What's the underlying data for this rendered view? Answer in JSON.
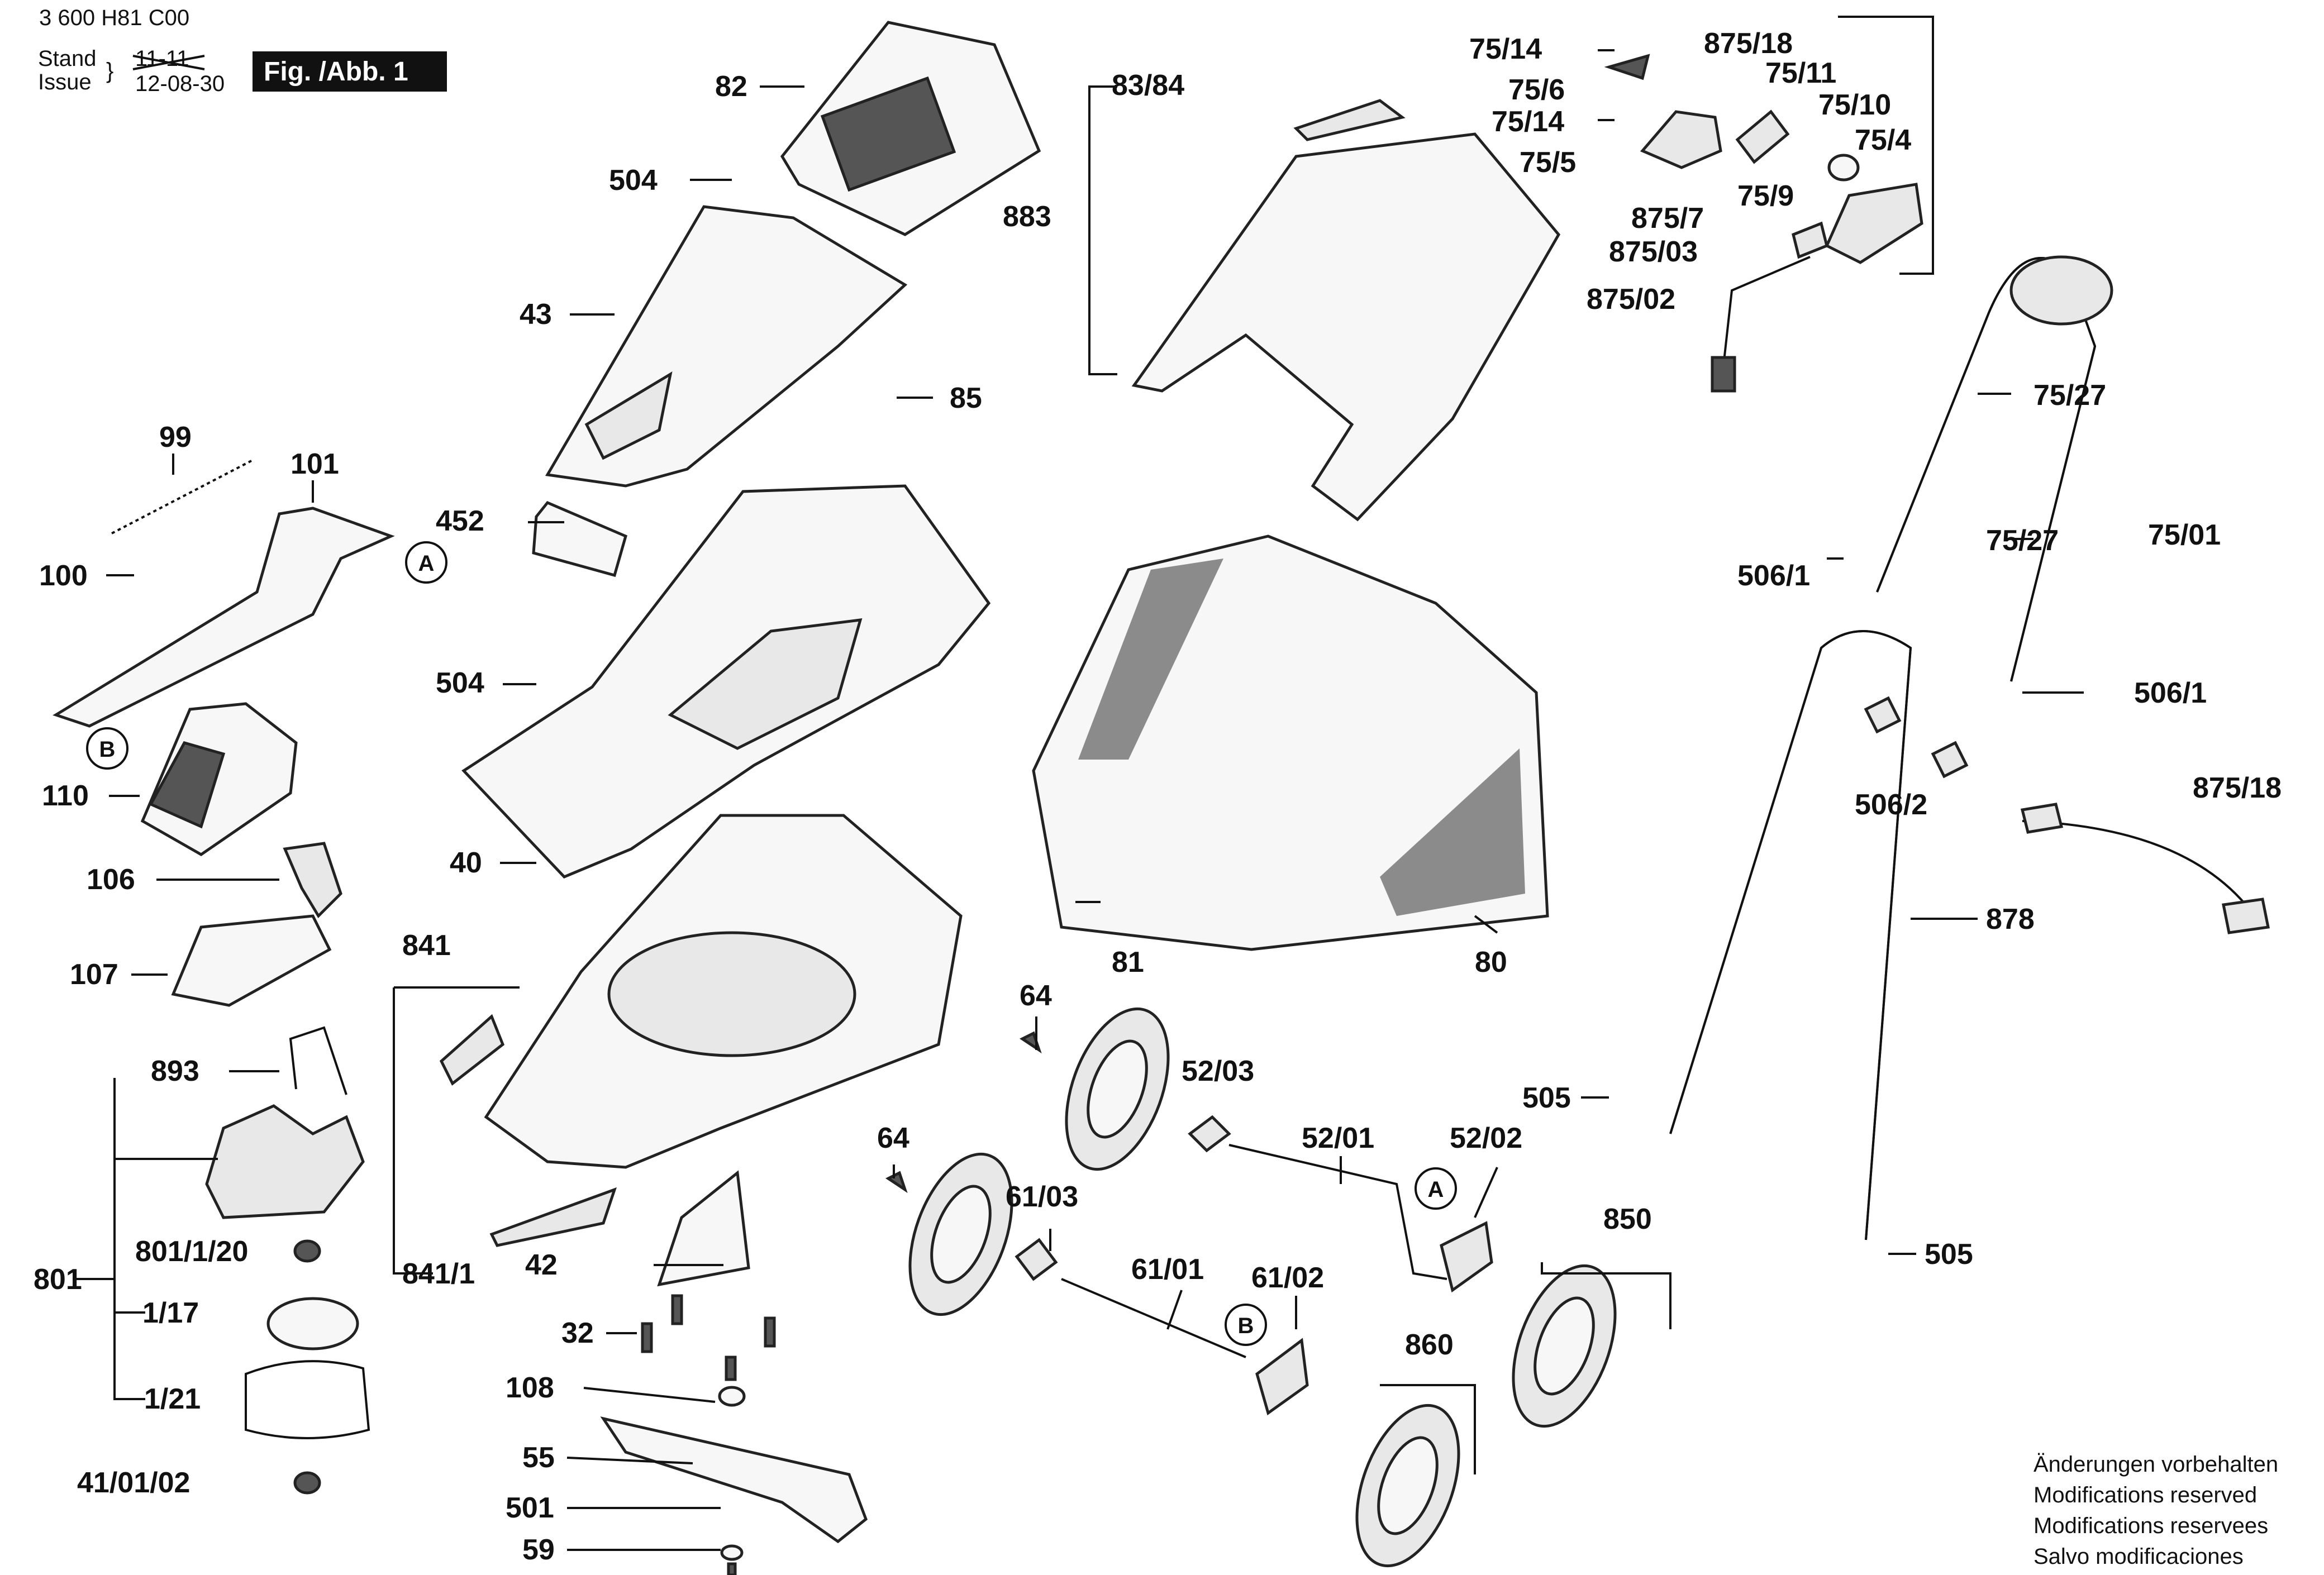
{
  "header": {
    "doc_number": "3 600 H81 C00",
    "stand_label": "Stand",
    "issue_label": "Issue",
    "date_old": "11-11",
    "date_new": "12-08-30",
    "fig_label": "Fig. /Abb. 1"
  },
  "parts": {
    "p82": "82",
    "p504a": "504",
    "p43": "43",
    "p85": "85",
    "p452": "452",
    "p504b": "504",
    "p40": "40",
    "p99": "99",
    "p101": "101",
    "p100": "100",
    "p110": "110",
    "p106": "106",
    "p107": "107",
    "p893": "893",
    "p801": "801",
    "p801_1_20": "801/1/20",
    "p1_17": "1/17",
    "p1_21": "1/21",
    "p41_01_02": "41/01/02",
    "p841": "841",
    "p841_1": "841/1",
    "p42": "42",
    "p32": "32",
    "p108": "108",
    "p55": "55",
    "p501": "501",
    "p59": "59",
    "p83_84": "83/84",
    "p883": "883",
    "p81": "81",
    "p80": "80",
    "p75_14a": "75/14",
    "p75_6": "75/6",
    "p75_14b": "75/14",
    "p75_5": "75/5",
    "p875_18a": "875/18",
    "p75_11": "75/11",
    "p75_10": "75/10",
    "p75_4": "75/4",
    "p75_9": "75/9",
    "p875_7": "875/7",
    "p875_03": "875/03",
    "p875_02": "875/02",
    "p75_27a": "75/27",
    "p75_27b": "75/27",
    "p75_01": "75/01",
    "p506_1a": "506/1",
    "p506_1b": "506/1",
    "p506_2": "506/2",
    "p875_18b": "875/18",
    "p878": "878",
    "p505a": "505",
    "p505b": "505",
    "p64a": "64",
    "p52_03": "52/03",
    "p64b": "64",
    "p61_03": "61/03",
    "p52_01": "52/01",
    "p52_02": "52/02",
    "p850": "850",
    "p61_01": "61/01",
    "p61_02": "61/02",
    "p860": "860"
  },
  "callouts": {
    "a1": "A",
    "a2": "A",
    "b1": "B",
    "b2": "B"
  },
  "notes": {
    "line1": "Änderungen vorbehalten",
    "line2": "Modifications reserved",
    "line3": "Modifications reservees",
    "line4": "Salvo modificaciones"
  }
}
